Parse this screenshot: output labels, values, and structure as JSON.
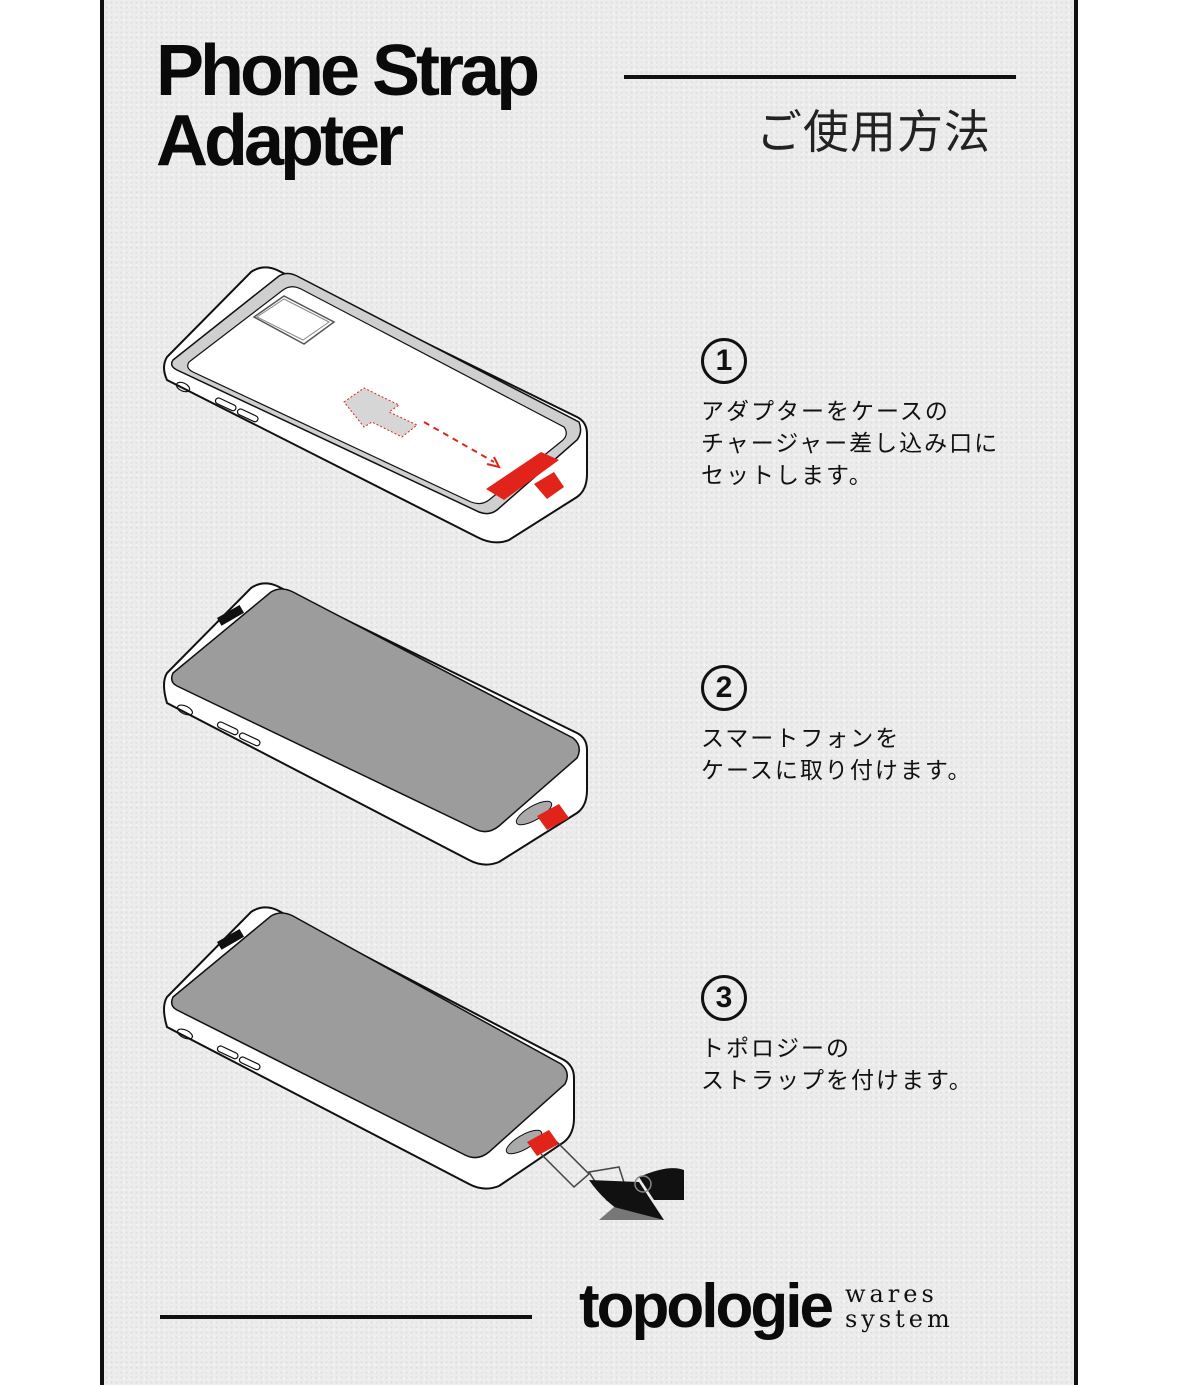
{
  "header": {
    "title_line1": "Phone Strap",
    "title_line2": "Adapter",
    "subtitle": "ご使用方法"
  },
  "steps": [
    {
      "number": "1",
      "text": "アダプターをケースの\nチャージャー差し込み口に\nセットします。",
      "illustration": "open-case-with-adapter"
    },
    {
      "number": "2",
      "text": "スマートフォンを\nケースに取り付けます。",
      "illustration": "phone-in-case-with-adapter"
    },
    {
      "number": "3",
      "text": "トポロジーの\nストラップを付けます。",
      "illustration": "phone-with-strap-attached"
    }
  ],
  "footer": {
    "brand": "topologie",
    "brand_sub_line1": "wares",
    "brand_sub_line2": "system"
  },
  "colors": {
    "accent_red": "#e2231a",
    "paper": "#ececec",
    "ink": "#111111",
    "screen_gray": "#9c9c9c"
  }
}
